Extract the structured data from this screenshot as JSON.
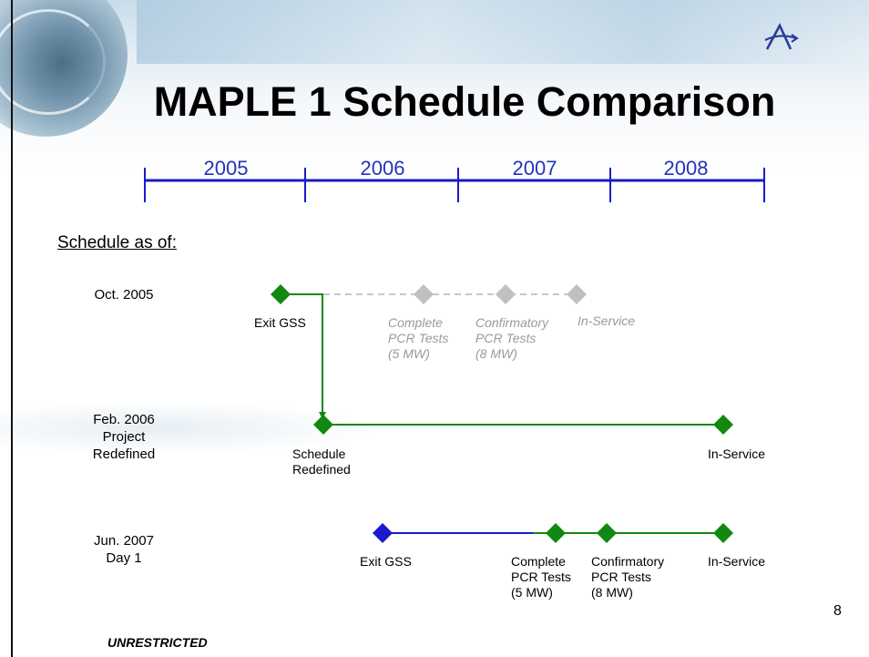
{
  "title": "MAPLE 1 Schedule Comparison",
  "section_label": "Schedule as of:",
  "years": [
    "2005",
    "2006",
    "2007",
    "2008"
  ],
  "rows": [
    {
      "label": "Oct. 2005",
      "milestones": [
        {
          "label": "Exit GSS",
          "status": "actual"
        },
        {
          "label": "Complete\nPCR Tests\n(5 MW)",
          "status": "superseded"
        },
        {
          "label": "Confirmatory\nPCR Tests\n(8 MW)",
          "status": "superseded"
        },
        {
          "label": "In-Service",
          "status": "superseded"
        }
      ]
    },
    {
      "label": "Feb. 2006\nProject\nRedefined",
      "milestones": [
        {
          "label": "Schedule\nRedefined",
          "status": "planned"
        },
        {
          "label": "In-Service",
          "status": "planned"
        }
      ]
    },
    {
      "label": "Jun. 2007\nDay 1",
      "milestones": [
        {
          "label": "Exit GSS",
          "status": "current"
        },
        {
          "label": "Complete\nPCR Tests\n(5 MW)",
          "status": "planned"
        },
        {
          "label": "Confirmatory\nPCR Tests\n(8 MW)",
          "status": "planned"
        },
        {
          "label": "In-Service",
          "status": "planned"
        }
      ]
    }
  ],
  "colors": {
    "timeline": "#1a1acc",
    "planned": "#118811",
    "current": "#1a1acc",
    "superseded": "#c0c0c0",
    "year_text": "#2233bb"
  },
  "footer": "UNRESTRICTED",
  "page_number": "8"
}
